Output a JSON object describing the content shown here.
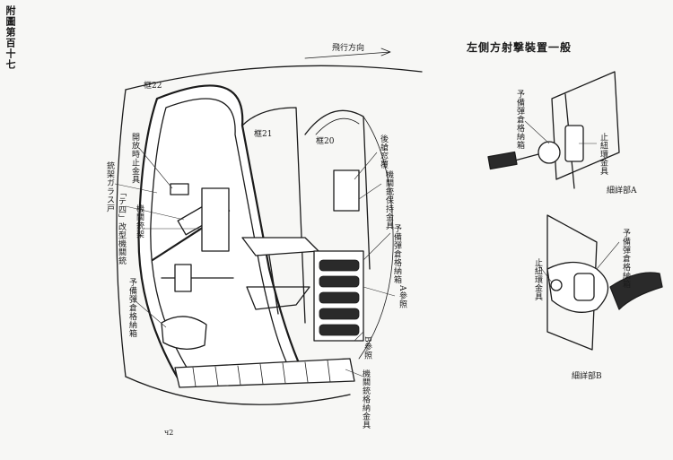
{
  "plate_title": "附圖第百十七",
  "main_title": "左側方射撃裝置一般",
  "flight_direction": "飛行方向",
  "frames": [
    "框22",
    "框21",
    "框20"
  ],
  "labels_vertical": {
    "gun_cover": "銃架ガラス戸",
    "wind_deflector": "「テ四」改型機關銃",
    "gun_mount": "機關銃架",
    "slide_rail": "開放時止金具",
    "spare_mag_rack": "予備彈倉格納箱",
    "spare_mag_box": "予備彈倉格納箱",
    "hatch_cover": "後艙窓覆",
    "mount_fitting": "機關銃保持金具",
    "ref_a": "A參照",
    "ref_b": "B參照",
    "gun_stowage": "機關銃格納金具",
    "detail_a_box": "予備彈倉格納箱",
    "detail_a_fitting": "止紐環金具",
    "detail_b_box": "予備彈倉格納箱",
    "detail_b_fitting": "止紐環金具"
  },
  "detail_a": "細詳部A",
  "detail_b": "細詳部B",
  "page_mark": "ч2"
}
